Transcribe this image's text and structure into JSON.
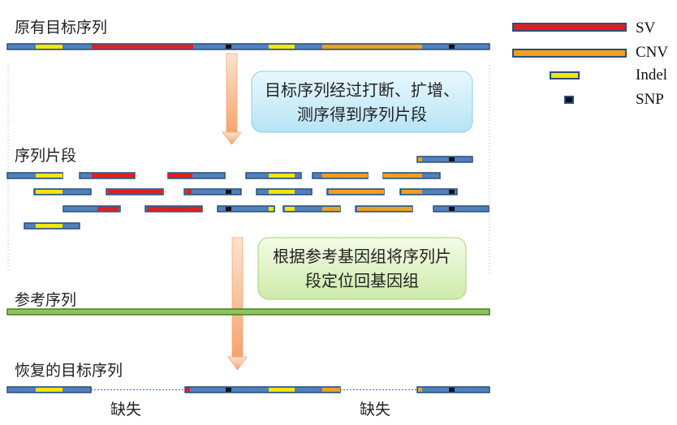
{
  "labels": {
    "original": "原有目标序列",
    "fragments": "序列片段",
    "reference": "参考序列",
    "recovered": "恢复的目标序列",
    "missing_left": "缺失",
    "missing_right": "缺失"
  },
  "callouts": {
    "step1": "目标序列经过打断、扩增、测序得到序列片段",
    "step2": "根据参考基因组将序列片段定位回基因组"
  },
  "legend": {
    "sv": "SV",
    "cnv": "CNV",
    "indel": "Indel",
    "snp": "SNP"
  },
  "colors": {
    "base": "#4f81bd",
    "sv": "#e02020",
    "cnv": "#f0a020",
    "indel": "#f5e600",
    "snp": "#111111",
    "reference": "#8cc65a",
    "callout1_fill": "#d4f0fa",
    "callout2_fill": "#e6f5c8",
    "arrow": "#f6b98a"
  }
}
